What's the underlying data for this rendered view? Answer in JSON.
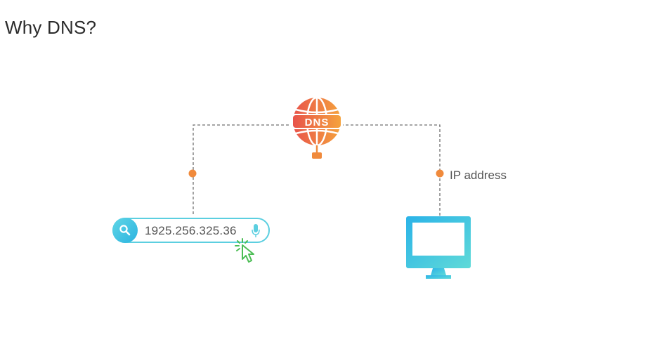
{
  "page": {
    "title": "Why DNS?"
  },
  "dns_server": {
    "label": "DNS"
  },
  "search": {
    "value": "1925.256.325.36"
  },
  "labels": {
    "ip_address": "IP address"
  },
  "colors": {
    "accent_orange": "#f08a3c",
    "accent_red": "#e8534a",
    "accent_cyan": "#3fc4e2",
    "cursor_green": "#4cbd55",
    "line_gray": "#707070"
  },
  "icons": [
    "globe-network-icon",
    "search-icon",
    "microphone-icon",
    "cursor-click-icon",
    "monitor-icon"
  ]
}
